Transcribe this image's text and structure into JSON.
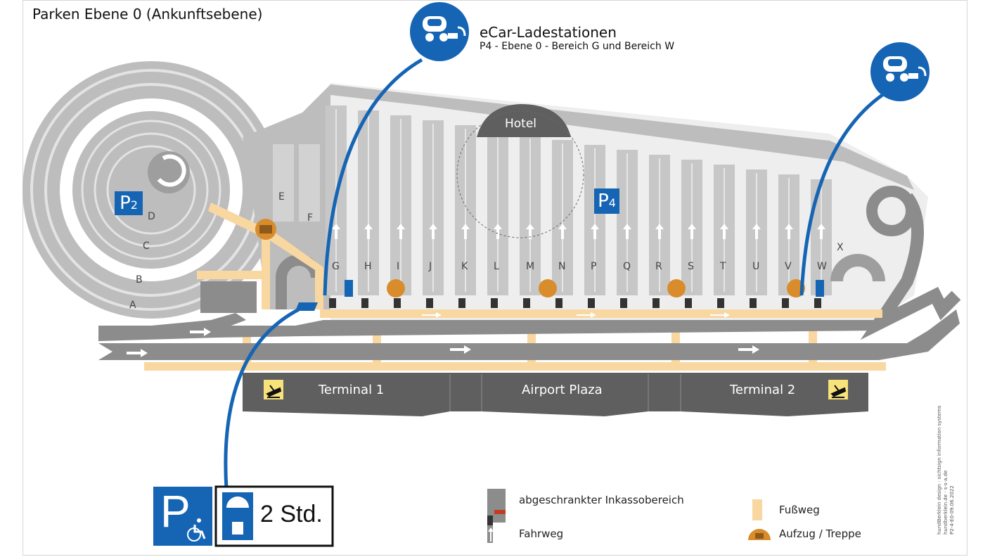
{
  "page_title": "Parken Ebene 0 (Ankunftsebene)",
  "ecar": {
    "title": "eCar-Ladestationen",
    "subtitle": "P4 - Ebene 0 - Bereich G und Bereich W"
  },
  "areas": {
    "p2": {
      "letter": "P",
      "number": "2"
    },
    "p4": {
      "letter": "P",
      "number": "4"
    },
    "hotel": "Hotel",
    "p2_rings": [
      "A",
      "B",
      "C",
      "D"
    ],
    "p2_extra": [
      "E",
      "F"
    ],
    "p4_rows": [
      "G",
      "H",
      "I",
      "J",
      "K",
      "L",
      "M",
      "N",
      "P",
      "Q",
      "R",
      "S",
      "T",
      "U",
      "V",
      "W"
    ],
    "p4_extra": "X"
  },
  "buildings": {
    "terminal1": "Terminal 1",
    "plaza": "Airport Plaza",
    "terminal2": "Terminal 2"
  },
  "sign": {
    "parking_letter": "P",
    "limit": "2 Std."
  },
  "legend": {
    "barrier": "abgeschrankter Inkassobereich",
    "road": "Fahrweg",
    "footpath": "Fußweg",
    "elevator": "Aufzug / Treppe"
  },
  "credit": [
    "hundBerklein design · sichtsign information systems",
    "hundberklein.de · s-s-a.de",
    "P2-4-E0-09.06.2022"
  ],
  "colors": {
    "road": "#8c8c8c",
    "lot": "#c7c7c7",
    "footpath": "#f8d8a0",
    "terminal": "#5f5f5f",
    "blue": "#1565b4",
    "elevator": "#d98c2c"
  }
}
